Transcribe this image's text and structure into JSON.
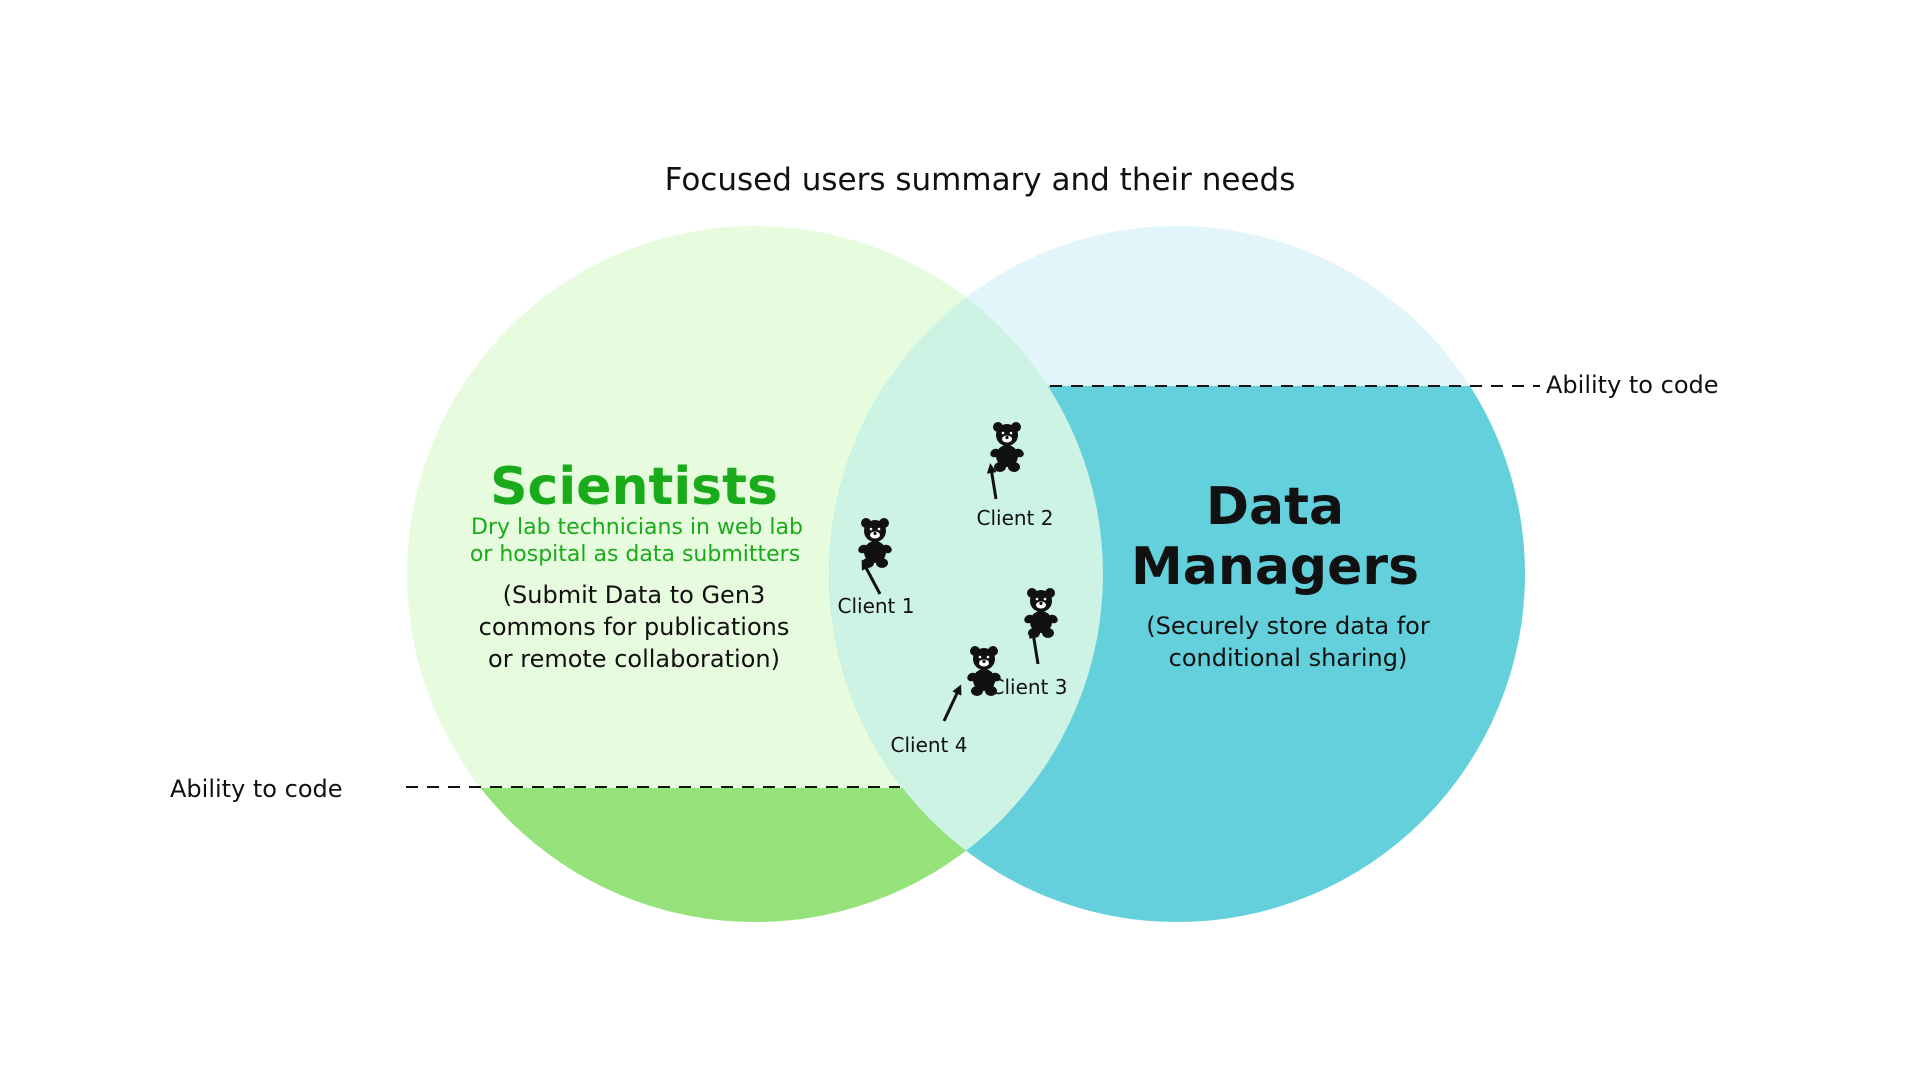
{
  "title": "Focused users summary and their needs",
  "colors": {
    "scientists_light": "#e7fbdf",
    "scientists_dark": "#95e27a",
    "managers_light": "#e2f5fb",
    "managers_dark": "#63d0db",
    "overlap": "#cdf3e4",
    "scientists_text": "#1aab1a",
    "text": "#111111"
  },
  "scientists": {
    "title": "Scientists",
    "subtitle_line1": "Dry lab technicians in web lab",
    "subtitle_line2": "or hospital as data submitters",
    "need_line1": "(Submit Data to Gen3",
    "need_line2": "commons for publications",
    "need_line3": "or remote collaboration)"
  },
  "data_managers": {
    "title_line1": "Data",
    "title_line2": "Managers",
    "need_line1": "(Securely store data for",
    "need_line2": "conditional sharing)"
  },
  "ability_label_left": "Ability to code",
  "ability_label_right": "Ability to code",
  "clients": [
    {
      "label": "Client 1",
      "icon": "bear-icon"
    },
    {
      "label": "Client 2",
      "icon": "bear-icon"
    },
    {
      "label": "Client 3",
      "icon": "bear-icon"
    },
    {
      "label": "Client 4",
      "icon": "bear-icon"
    }
  ]
}
